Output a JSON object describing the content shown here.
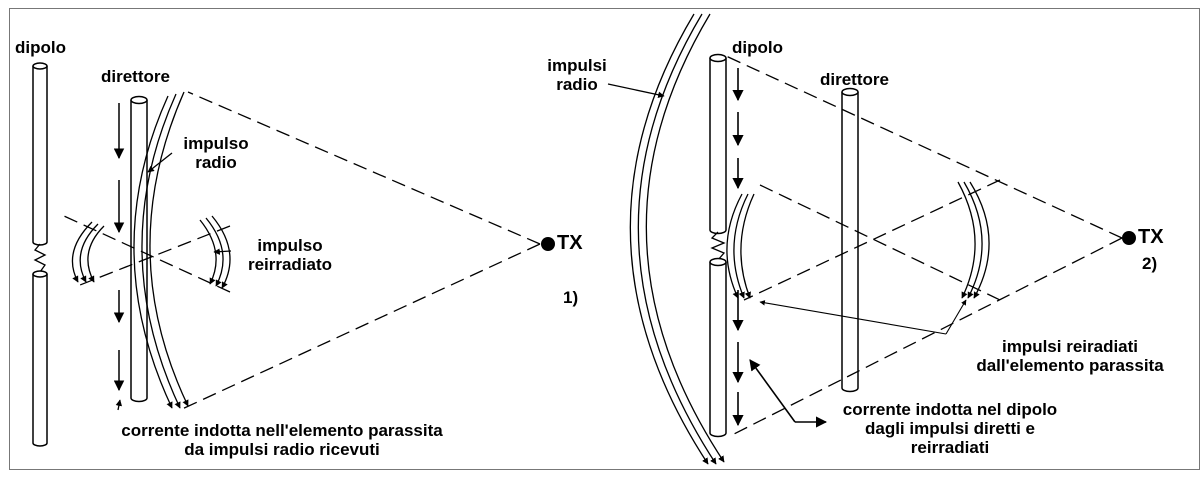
{
  "left": {
    "dipole_label": "dipolo",
    "director_label": "direttore",
    "pulse_label_1": "impulso",
    "pulse_label_2": "radio",
    "reradiated_label_1": "impulso",
    "reradiated_label_2": "reirradiato",
    "tx_label": "TX",
    "case_number": "1)",
    "induced_label_1": "corrente indotta nell'elemento parassita",
    "induced_label_2": "da impulsi radio ricevuti"
  },
  "right": {
    "dipole_label": "dipolo",
    "director_label": "direttore",
    "pulses_label_1": "impulsi",
    "pulses_label_2": "radio",
    "tx_label": "TX",
    "case_number": "2)",
    "reradiated_label_1": "impulsi reiradiati",
    "reradiated_label_2": "dall'elemento parassita",
    "induced_label_1": "corrente indotta nel dipolo",
    "induced_label_2": "dagli impulsi diretti e",
    "induced_label_3": "reirradiati"
  }
}
